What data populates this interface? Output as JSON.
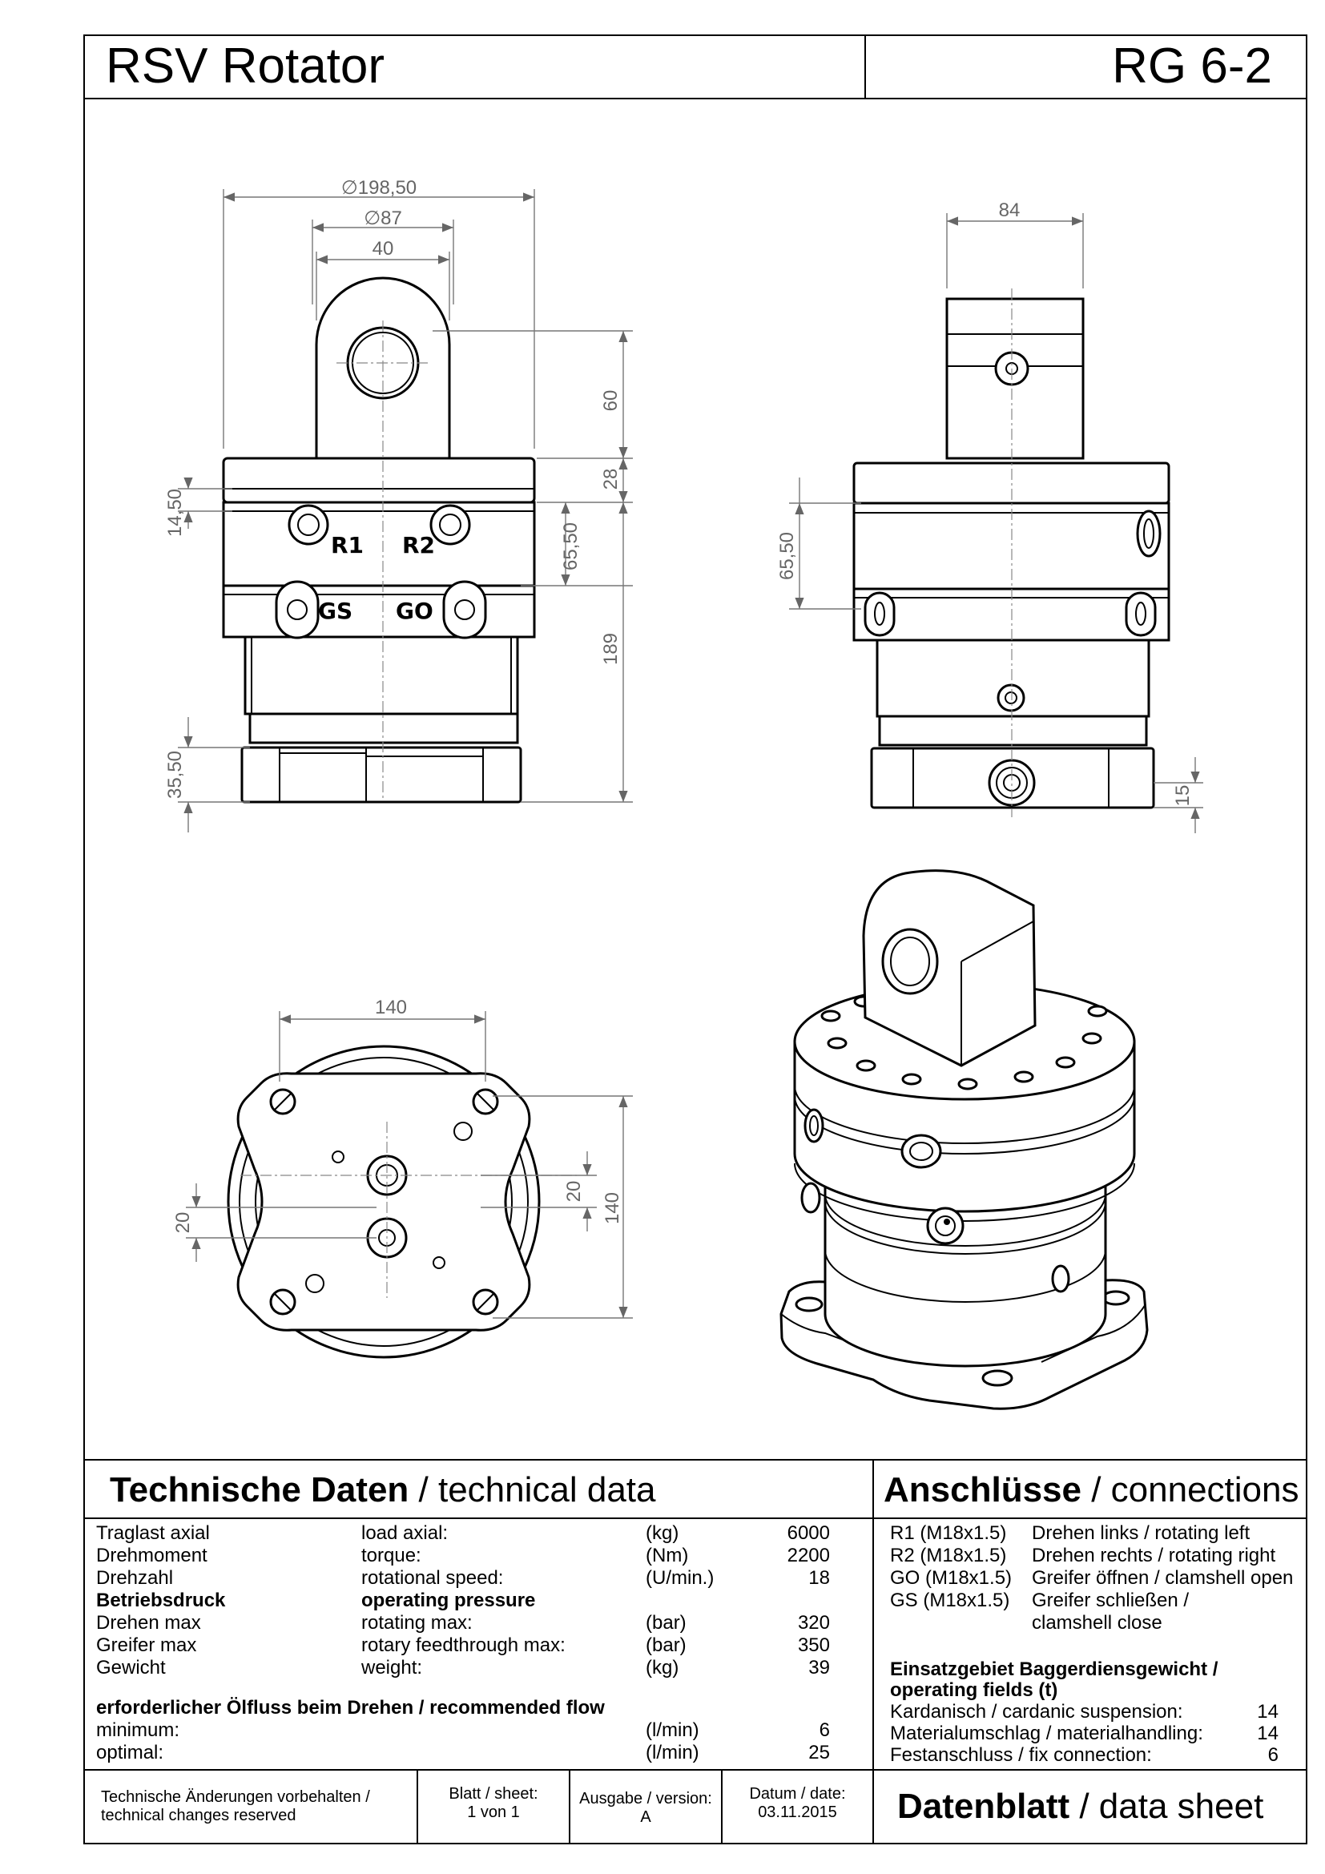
{
  "header": {
    "title": "RSV Rotator",
    "model": "RG 6-2"
  },
  "drawing": {
    "dims_front": {
      "d_outer": "∅198,50",
      "d_inner": "∅87",
      "width_40": "40",
      "h60": "60",
      "h28": "28",
      "h14_50": "14,50",
      "h65_50": "65,50",
      "h189": "189",
      "h35_50": "35,50"
    },
    "port_labels": {
      "r1": "R1",
      "r2": "R2",
      "gs": "GS",
      "go": "GO"
    },
    "dims_side": {
      "w84": "84",
      "h65_50": "65,50",
      "h15": "15"
    },
    "dims_bottom": {
      "w140": "140",
      "h140": "140",
      "h20a": "20",
      "h20b": "20"
    }
  },
  "technical": {
    "heading_bold": "Technische Daten",
    "heading_rest": " / technical data",
    "rows": [
      {
        "de": "Traglast axial",
        "en": "load axial:",
        "unit": "(kg)",
        "value": "6000",
        "bold": false
      },
      {
        "de": "Drehmoment",
        "en": "torque:",
        "unit": "(Nm)",
        "value": "2200",
        "bold": false
      },
      {
        "de": "Drehzahl",
        "en": "rotational speed:",
        "unit": "(U/min.)",
        "value": "18",
        "bold": false
      },
      {
        "de": "Betriebsdruck",
        "en": "operating pressure",
        "unit": "",
        "value": "",
        "bold": true
      },
      {
        "de": "Drehen max",
        "en": "rotating max:",
        "unit": "(bar)",
        "value": "320",
        "bold": false
      },
      {
        "de": "Greifer max",
        "en": "rotary feedthrough max:",
        "unit": "(bar)",
        "value": "350",
        "bold": false
      },
      {
        "de": "Gewicht",
        "en": "weight:",
        "unit": "(kg)",
        "value": "39",
        "bold": false
      }
    ],
    "flow_heading": "erforderlicher Ölfluss beim Drehen / recommended flow",
    "flow_rows": [
      {
        "label": "minimum:",
        "unit": "(l/min)",
        "value": "6"
      },
      {
        "label": "optimal:",
        "unit": "(l/min)",
        "value": "25"
      }
    ]
  },
  "connections": {
    "heading_bold": "Anschlüsse",
    "heading_rest": " / connections",
    "ports": [
      {
        "code": "R1  (M18x1.5)",
        "desc": "Drehen links / rotating left"
      },
      {
        "code": "R2  (M18x1.5)",
        "desc": "Drehen rechts / rotating right"
      },
      {
        "code": "GO (M18x1.5)",
        "desc": "Greifer öffnen / clamshell open"
      },
      {
        "code": "GS (M18x1.5)",
        "desc": "Greifer schließen /"
      },
      {
        "code": "",
        "desc": "clamshell close"
      }
    ],
    "fields_heading_1": "Einsatzgebiet Baggerdiensgewicht /",
    "fields_heading_2": "operating fields (t)",
    "fields": [
      {
        "label": "Kardanisch / cardanic suspension:",
        "value": "14"
      },
      {
        "label": "Materialumschlag / materialhandling:",
        "value": "14"
      },
      {
        "label": "Festanschluss / fix connection:",
        "value": "6"
      }
    ]
  },
  "footer": {
    "note_1": "Technische Änderungen vorbehalten /",
    "note_2": "technical changes reserved",
    "sheet_label": "Blatt / sheet:",
    "sheet_value": "1 von 1",
    "version_label": "Ausgabe / version:",
    "version_value": "A",
    "date_label": "Datum / date:",
    "date_value": "03.11.2015",
    "title_bold": "Datenblatt",
    "title_rest": " / data sheet"
  }
}
